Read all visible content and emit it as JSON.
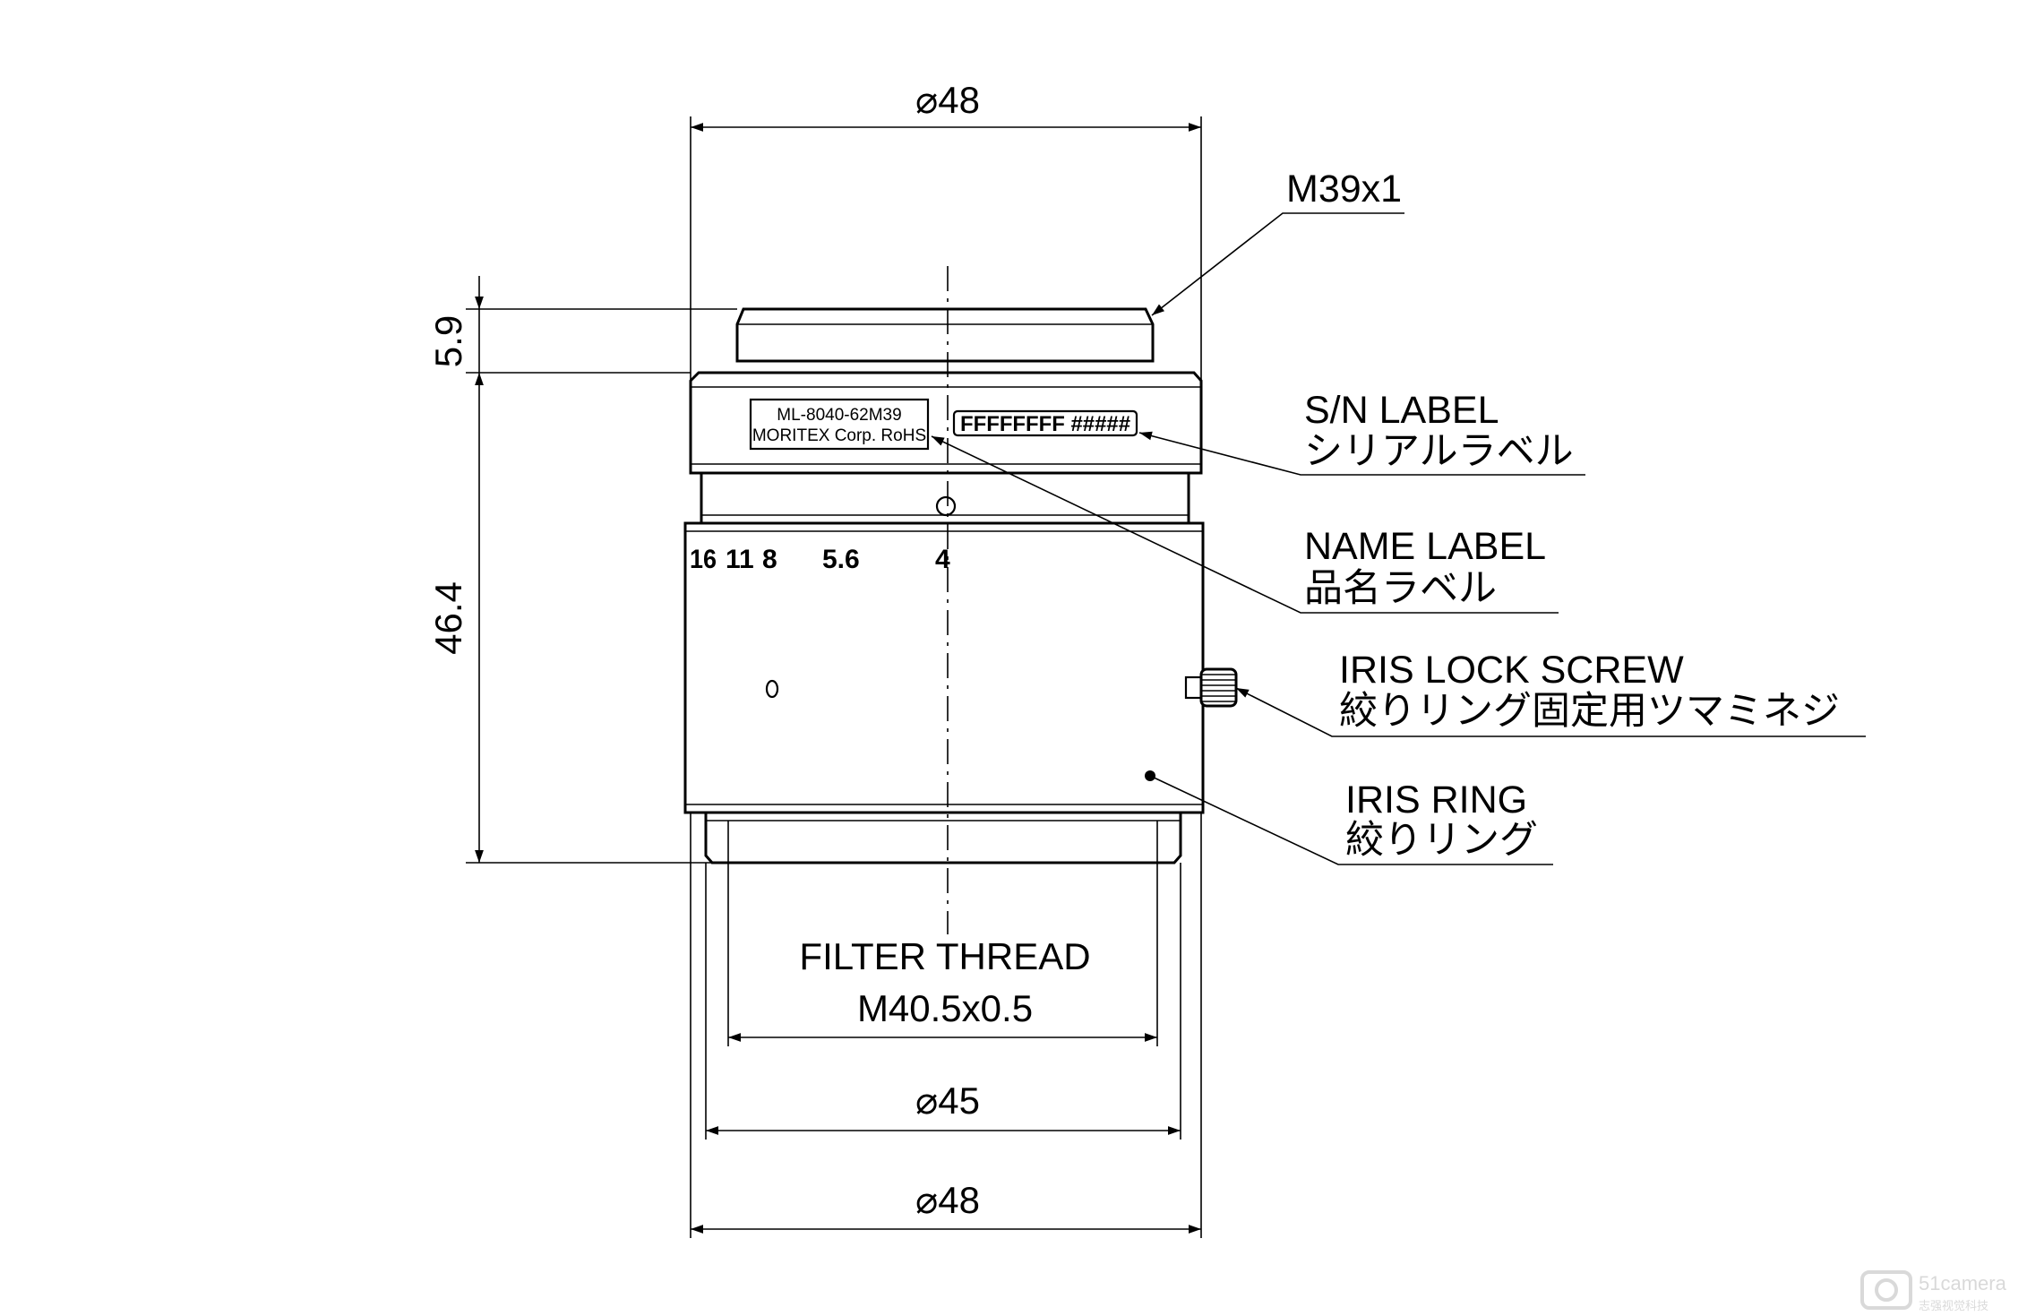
{
  "dimensions": {
    "top_diameter": "⌀48",
    "mount_height": "5.9",
    "body_length": "46.4",
    "front_inner_diameter": "⌀45",
    "front_outer_diameter": "⌀48"
  },
  "callouts": {
    "mount_thread": "M39x1",
    "sn_label_en": "S/N LABEL",
    "sn_label_jp": "シリアルラベル",
    "name_label_en": "NAME LABEL",
    "name_label_jp": "品名ラベル",
    "iris_lock_en": "IRIS LOCK SCREW",
    "iris_lock_jp": "絞りリング固定用ツマミネジ",
    "iris_ring_en": "IRIS RING",
    "iris_ring_jp": "絞りリング",
    "filter_thread_title": "FILTER THREAD",
    "filter_thread_value": "M40.5x0.5"
  },
  "name_label": {
    "line1": "ML-8040-62M39",
    "line2": "MORITEX Corp. RoHS"
  },
  "sn_label": {
    "text": "FFFFFFFF #####"
  },
  "iris_scale": {
    "marks": [
      "16",
      "11",
      "8",
      "5.6",
      "4"
    ]
  },
  "watermark": {
    "text": "51camera",
    "subtext": "志强视觉科技"
  }
}
